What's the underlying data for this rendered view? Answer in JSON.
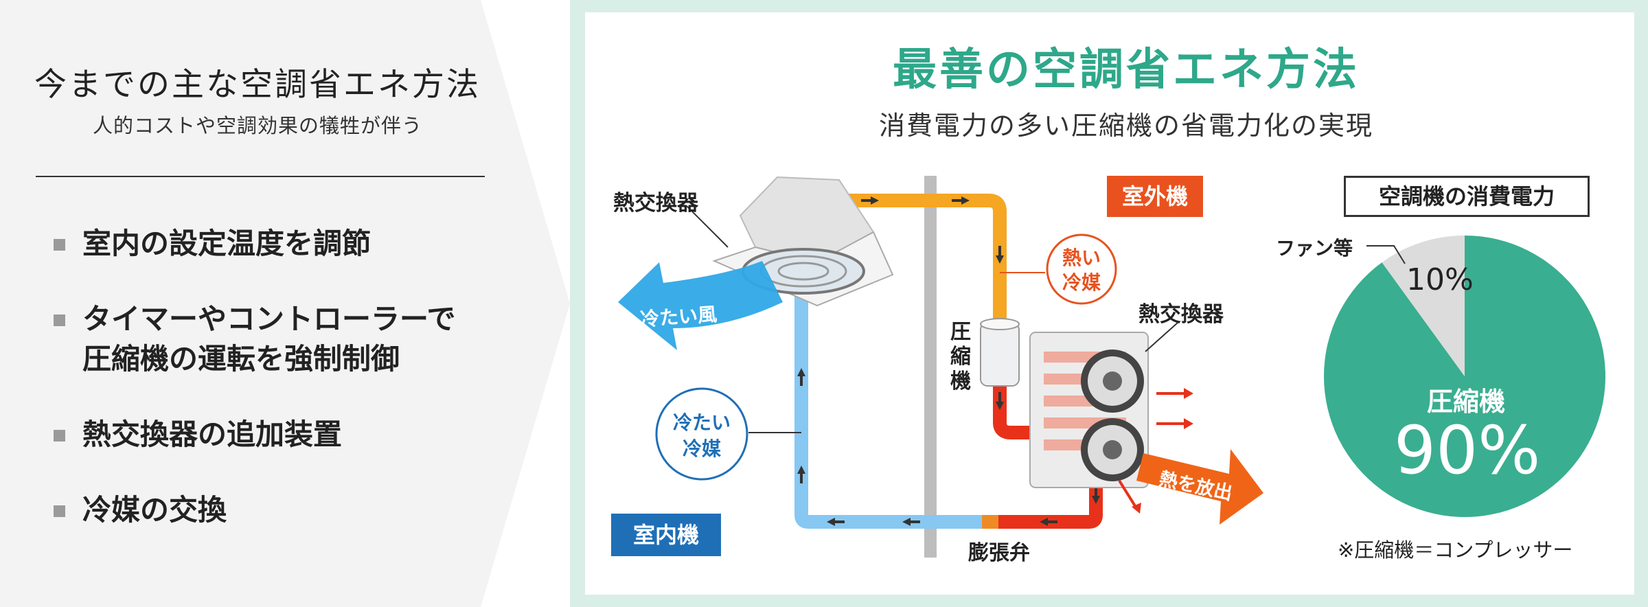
{
  "left": {
    "title": "今までの主な空調省エネ方法",
    "subtitle": "人的コストや空調効果の犠牲が伴う",
    "bullets": [
      {
        "line1": "室内の設定温度を調節",
        "line2": ""
      },
      {
        "line1": "タイマーやコントローラーで",
        "line2": "圧縮機の運転を強制制御"
      },
      {
        "line1": "熱交換器の追加装置",
        "line2": ""
      },
      {
        "line1": "冷媒の交換",
        "line2": ""
      }
    ]
  },
  "right": {
    "title": "最善の空調省エネ方法",
    "subtitle": "消費電力の多い圧縮機の省電力化の実現"
  },
  "diagram": {
    "indoor_hx": "熱交換器",
    "cold_wind": "冷たい風",
    "cold_refrigerant": [
      "冷たい",
      "冷媒"
    ],
    "hot_refrigerant": [
      "熱い",
      "冷媒"
    ],
    "outdoor_unit": "室外機",
    "indoor_unit": "室内機",
    "compressor": [
      "圧",
      "縮",
      "機"
    ],
    "outdoor_hx": "熱交換器",
    "heat_release": "熱を放出",
    "expansion_valve": "膨張弁",
    "colors": {
      "hot": "#f5a623",
      "cold": "#86c8f2",
      "red": "#e8311a",
      "orange_tag": "#e9521e",
      "blue_tag": "#1f6fb7",
      "teal": "#3aae90"
    }
  },
  "pie": {
    "title": "空調機の消費電力",
    "fan_label": "ファン等",
    "fan_value": "10%",
    "comp_label": "圧縮機",
    "comp_value": "90%",
    "note": "※圧縮機＝コンプレッサー"
  },
  "chart_data": {
    "type": "pie",
    "title": "空調機の消費電力",
    "categories": [
      "圧縮機",
      "ファン等"
    ],
    "values": [
      90,
      10
    ],
    "colors": [
      "#3aae90",
      "#dcdcdc"
    ]
  }
}
